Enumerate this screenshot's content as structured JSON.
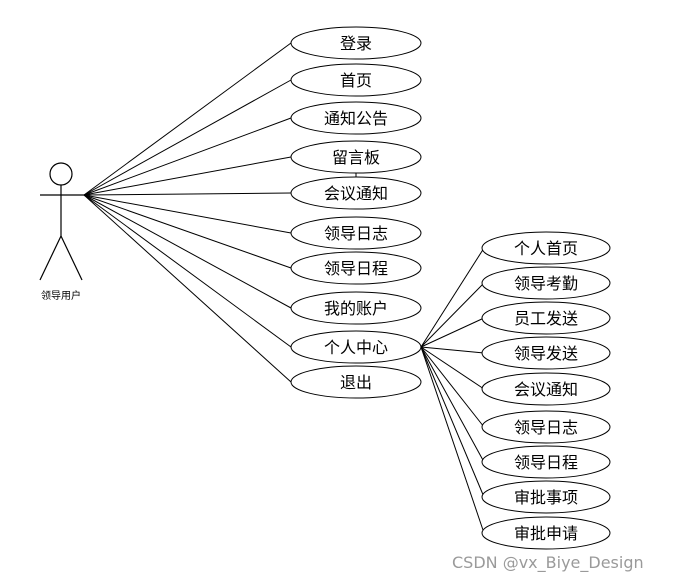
{
  "actor": {
    "label": "领导用户"
  },
  "use_cases": [
    {
      "label": "登录"
    },
    {
      "label": "首页"
    },
    {
      "label": "通知公告"
    },
    {
      "label": "留言板"
    },
    {
      "label": "会议通知"
    },
    {
      "label": "领导日志"
    },
    {
      "label": "领导日程"
    },
    {
      "label": "我的账户"
    },
    {
      "label": "个人中心"
    },
    {
      "label": "退出"
    }
  ],
  "personal_center": {
    "sub_use_cases": [
      {
        "label": "个人首页"
      },
      {
        "label": "领导考勤"
      },
      {
        "label": "员工发送"
      },
      {
        "label": "领导发送"
      },
      {
        "label": "会议通知"
      },
      {
        "label": "领导日志"
      },
      {
        "label": "领导日程"
      },
      {
        "label": "审批事项"
      },
      {
        "label": "审批申请"
      }
    ]
  },
  "watermark": {
    "text": "CSDN @vx_Biye_Design"
  }
}
